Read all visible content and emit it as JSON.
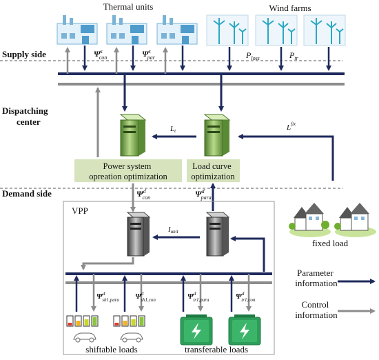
{
  "headers": {
    "thermal_units": "Thermal units",
    "wind_farms": "Wind farms"
  },
  "sections": {
    "supply_side": "Supply side",
    "dispatching_center_line1": "Dispatching",
    "dispatching_center_line2": "center",
    "demand_side": "Demand side"
  },
  "supply_signals": {
    "psi": "Ψ",
    "s": "s",
    "con": "con",
    "par": "par",
    "p": "P",
    "loss": "loss",
    "tr": "tr"
  },
  "dispatch": {
    "l": "L",
    "t": "t",
    "fix": "fix",
    "power_opt_line1": "Power system",
    "power_opt_line2": "opreation optimization",
    "load_opt_line1": "Load curve",
    "load_opt_line2": "optimization"
  },
  "demand_signals": {
    "psi": "Ψ",
    "d": "d",
    "con": "con",
    "para": "para",
    "i": "I",
    "unit": "unit",
    "sh1_para": "sh1,para",
    "sh1_con": "sh1,con",
    "tr1_para": "tr1,para",
    "tr1_con": "tr1,con"
  },
  "vpp": {
    "label": "VPP",
    "shiftable_loads": "shiftable loads",
    "transferable_loads": "transferable loads",
    "fixed_load": "fixed load"
  },
  "legend": {
    "parameter_line1": "Parameter",
    "parameter_line2": "information",
    "control_line1": "Control",
    "control_line2": "information"
  },
  "colors": {
    "navy": "#1f2a5c",
    "gray": "#8c8c8c",
    "green_box": "#d6e3bc",
    "battery_green": "#2f9d5a"
  }
}
